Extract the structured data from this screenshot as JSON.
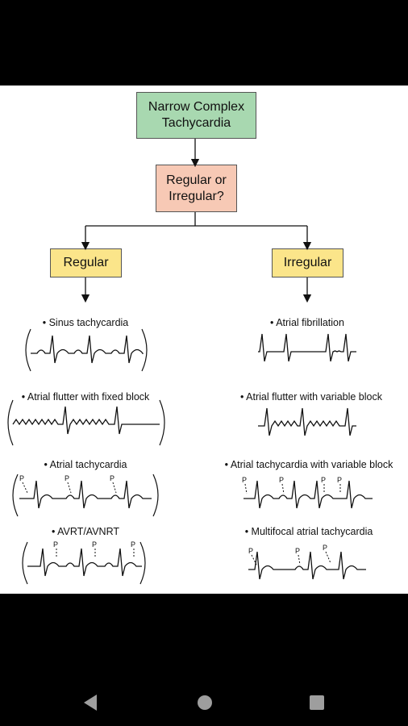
{
  "flowchart": {
    "root": {
      "line1": "Narrow Complex",
      "line2": "Tachycardia"
    },
    "decision": {
      "line1": "Regular or",
      "line2": "Irregular?"
    },
    "left_branch": "Regular",
    "right_branch": "Irregular"
  },
  "regular_items": [
    "• Sinus tachycardia",
    "• Atrial flutter with fixed block",
    "• Atrial tachycardia",
    "• AVRT/AVNRT"
  ],
  "irregular_items": [
    "• Atrial fibrillation",
    "• Atrial flutter with variable block",
    "• Atrial tachycardia with variable block",
    "• Multifocal atrial tachycardia"
  ],
  "p_wave_label": "P",
  "colors": {
    "root_fill": "#a8d8b0",
    "decision_fill": "#f7c9b5",
    "branch_fill": "#fbe58a"
  },
  "nav": {
    "back": "back-icon",
    "home": "home-icon",
    "recents": "recents-icon"
  }
}
